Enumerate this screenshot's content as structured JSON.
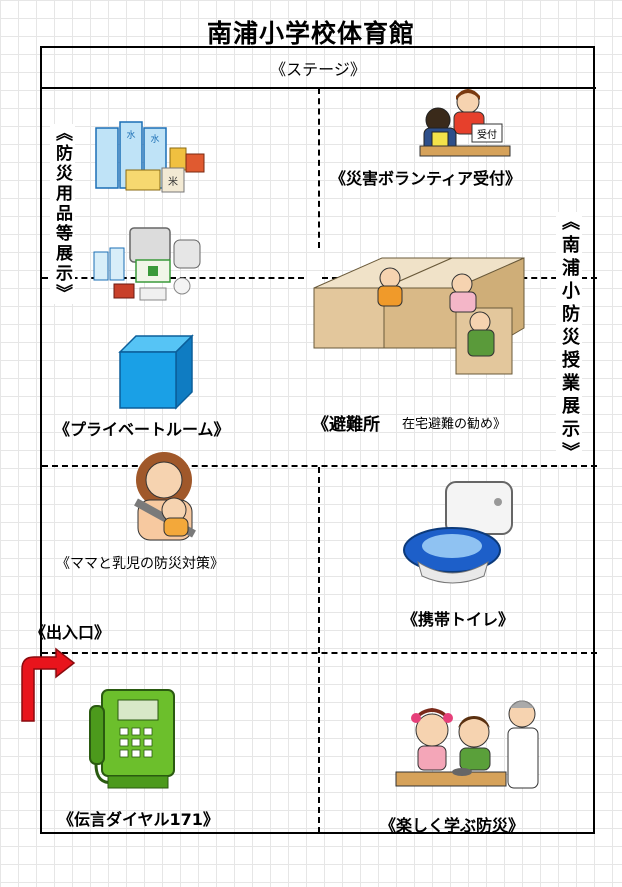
{
  "title": "南浦小学校体育館",
  "stage": "《ステージ》",
  "sections": {
    "disaster_goods": "《防災用品等展示》",
    "volunteer": "《災害ボランティア受付》",
    "volunteer_sign": "受付",
    "private_room": "《プライベートルーム》",
    "shelter": "《避難所",
    "shelter_sub": "在宅避難の勧め》",
    "school_display": "《南浦小防災授業展示》",
    "mama": "《ママと乳児の防災対策》",
    "toilet": "《携帯トイレ》",
    "entrance": "《出入口》",
    "dial": "《伝言ダイヤル171》",
    "fun": "《楽しく学ぶ防災》"
  },
  "goods_labels": {
    "water": "水",
    "rice": "米"
  },
  "colors": {
    "arrow": "#e8141c",
    "cube": "#1aa0e6",
    "phone": "#6cbf2c",
    "toilet_cover": "#1d5fc9"
  }
}
